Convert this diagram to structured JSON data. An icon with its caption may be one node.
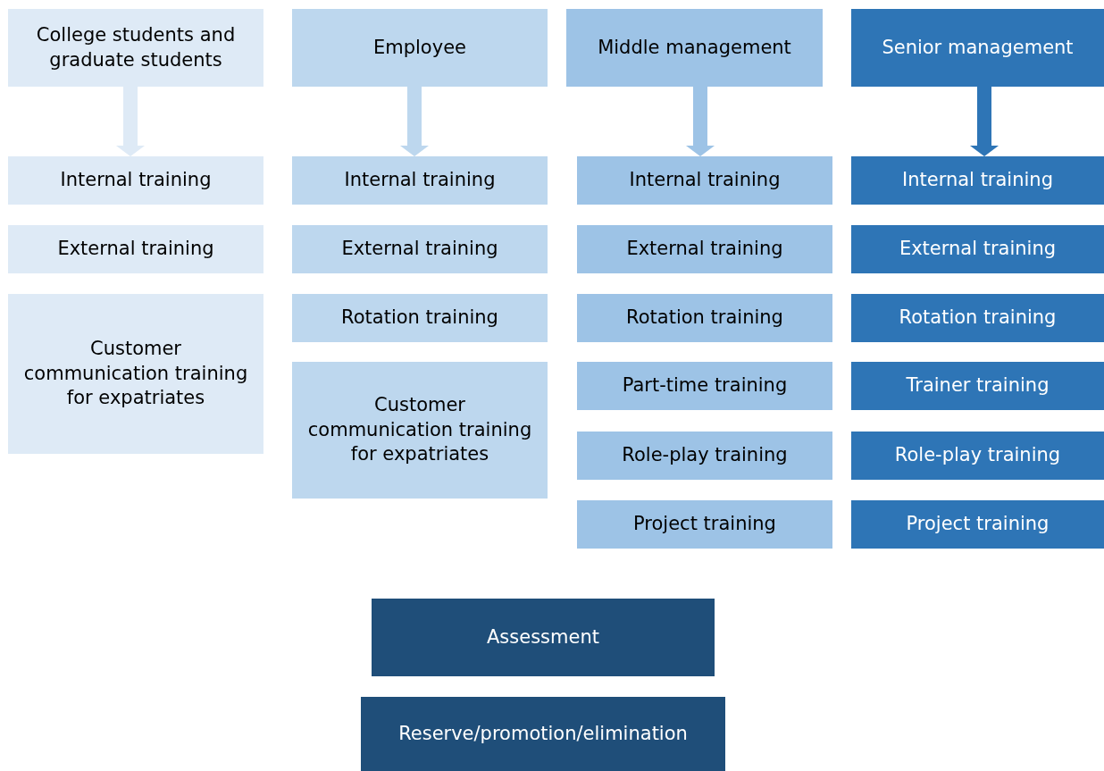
{
  "diagram": {
    "nodes": [
      {
        "text": [
          "College students and graduate students"
        ]
      },
      {
        "text": [
          "Internal training"
        ]
      },
      {
        "text": [
          "External training"
        ]
      },
      {
        "text": [
          "Customer communication training for expatriates"
        ]
      },
      {
        "text": [
          "Employee"
        ]
      },
      {
        "text": [
          "Internal training"
        ]
      },
      {
        "text": [
          "External training"
        ]
      },
      {
        "text": [
          "Rotation training"
        ]
      },
      {
        "text": [
          "Customer communication training for expatriates"
        ]
      },
      {
        "text": [
          "Middle management"
        ]
      },
      {
        "text": [
          "Internal training"
        ]
      },
      {
        "text": [
          "External training"
        ]
      },
      {
        "text": [
          "Rotation training"
        ]
      },
      {
        "text": [
          "Part-time training"
        ]
      },
      {
        "text": [
          "Role-play training"
        ]
      },
      {
        "text": [
          "Project training"
        ]
      },
      {
        "text": [
          "Senior management"
        ]
      },
      {
        "text": [
          "Internal training"
        ]
      },
      {
        "text": [
          "External training"
        ]
      },
      {
        "text": [
          "Rotation training"
        ]
      },
      {
        "text": [
          "Trainer training"
        ]
      },
      {
        "text": [
          "Role-play training"
        ]
      },
      {
        "text": [
          "Project training"
        ]
      },
      {
        "text": [
          "Assessment"
        ]
      },
      {
        "text": [
          "Reserve/promotion/elimination"
        ]
      }
    ],
    "edges": [
      {
        "from": 0,
        "to": 1,
        "arrow": "to",
        "style": "thick",
        "color": "#deeaf6"
      },
      {
        "from": 4,
        "to": 5,
        "arrow": "to",
        "style": "thick",
        "color": "#bdd7ee"
      },
      {
        "from": 9,
        "to": 10,
        "arrow": "to",
        "style": "thick",
        "color": "#9dc3e6"
      },
      {
        "from": 16,
        "to": 17,
        "arrow": "to",
        "style": "thick",
        "color": "#2e75b6"
      }
    ]
  }
}
